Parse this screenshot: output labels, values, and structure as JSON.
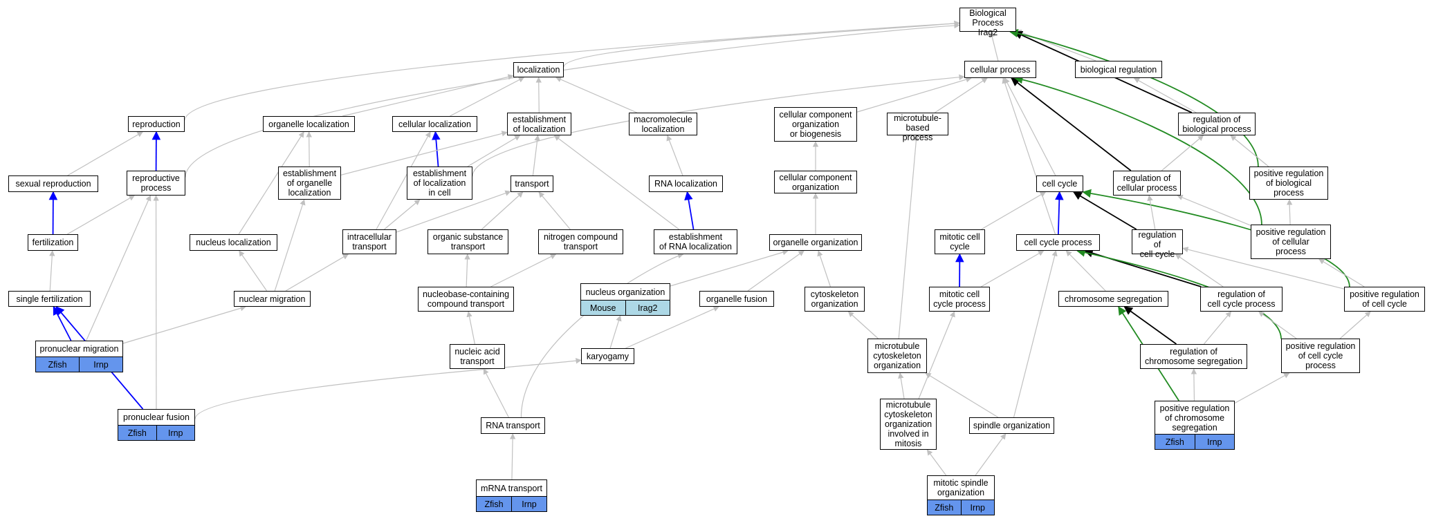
{
  "colors": {
    "gray": "#c0c0c0",
    "blue": "#0000ff",
    "black": "#000000",
    "green": "#228b22",
    "tag_blue": "#6495ed",
    "tag_lightblue": "#add8e6"
  },
  "nodes": {
    "bp": {
      "label": "Biological Process\nIrag2"
    },
    "loc": {
      "label": "localization"
    },
    "cp": {
      "label": "cellular process"
    },
    "breg": {
      "label": "biological regulation"
    },
    "repro": {
      "label": "reproduction"
    },
    "orgloc": {
      "label": "organelle localization"
    },
    "cellloc": {
      "label": "cellular localization"
    },
    "estloc": {
      "label": "establishment\nof localization"
    },
    "macloc": {
      "label": "macromolecule\nlocalization"
    },
    "ccob": {
      "label": "cellular component\norganization\nor biogenesis"
    },
    "mtbp": {
      "label": "microtubule-based\nprocess"
    },
    "regbp": {
      "label": "regulation of\nbiological process"
    },
    "sexrep": {
      "label": "sexual reproduction"
    },
    "repproc": {
      "label": "reproductive\nprocess"
    },
    "estorgloc": {
      "label": "establishment\nof organelle\nlocalization"
    },
    "estlocc": {
      "label": "establishment\nof localization\nin cell"
    },
    "transport": {
      "label": "transport"
    },
    "rnaloc": {
      "label": "RNA localization"
    },
    "cco": {
      "label": "cellular component\norganization"
    },
    "cellcycle": {
      "label": "cell cycle"
    },
    "regcp": {
      "label": "regulation of\ncellular process"
    },
    "posregbp": {
      "label": "positive regulation\nof biological\nprocess"
    },
    "fert": {
      "label": "fertilization"
    },
    "nucloc": {
      "label": "nucleus localization"
    },
    "ictrans": {
      "label": "intracellular\ntransport"
    },
    "orgsub": {
      "label": "organic substance\ntransport"
    },
    "nitro": {
      "label": "nitrogen compound\ntransport"
    },
    "estrna": {
      "label": "establishment\nof RNA localization"
    },
    "orgorg": {
      "label": "organelle organization"
    },
    "mitcc": {
      "label": "mitotic cell\ncycle"
    },
    "ccp": {
      "label": "cell cycle process"
    },
    "regcc": {
      "label": "regulation of\ncell cycle"
    },
    "posregcp": {
      "label": "positive regulation\nof cellular\nprocess"
    },
    "singfert": {
      "label": "single fertilization"
    },
    "nucmig": {
      "label": "nuclear migration"
    },
    "nbcct": {
      "label": "nucleobase-containing\ncompound transport"
    },
    "nucorg": {
      "label": "nucleus organization",
      "tags": [
        "Mouse",
        "Irag2"
      ]
    },
    "orgfus": {
      "label": "organelle fusion"
    },
    "cytorg": {
      "label": "cytoskeleton\norganization"
    },
    "mitccp": {
      "label": "mitotic cell\ncycle process"
    },
    "chromseg": {
      "label": "chromosome segregation"
    },
    "regccp": {
      "label": "regulation of\ncell cycle process"
    },
    "posregcc": {
      "label": "positive regulation\nof cell cycle"
    },
    "pronmig": {
      "label": "pronuclear migration",
      "tags": [
        "Zfish",
        "Irnp"
      ]
    },
    "nucacid": {
      "label": "nucleic acid\ntransport"
    },
    "karyo": {
      "label": "karyogamy"
    },
    "mtcyto": {
      "label": "microtubule\ncytoskeleton\norganization"
    },
    "regchrom": {
      "label": "regulation of\nchromosome segregation"
    },
    "posregccp": {
      "label": "positive regulation\nof cell cycle\nprocess"
    },
    "pronfus": {
      "label": "pronuclear fusion",
      "tags": [
        "Zfish",
        "Irnp"
      ]
    },
    "rnatrans": {
      "label": "RNA transport"
    },
    "mtcytomit": {
      "label": "microtubule\ncytoskeleton\norganization\ninvolved in\nmitosis"
    },
    "spindle": {
      "label": "spindle organization"
    },
    "posregchrom": {
      "label": "positive regulation\nof chromosome\nsegregation",
      "tags": [
        "Zfish",
        "Irnp"
      ]
    },
    "mrna": {
      "label": "mRNA transport",
      "tags": [
        "Zfish",
        "Irnp"
      ]
    },
    "mitspin": {
      "label": "mitotic spindle\norganization",
      "tags": [
        "Zfish",
        "Irnp"
      ]
    }
  }
}
